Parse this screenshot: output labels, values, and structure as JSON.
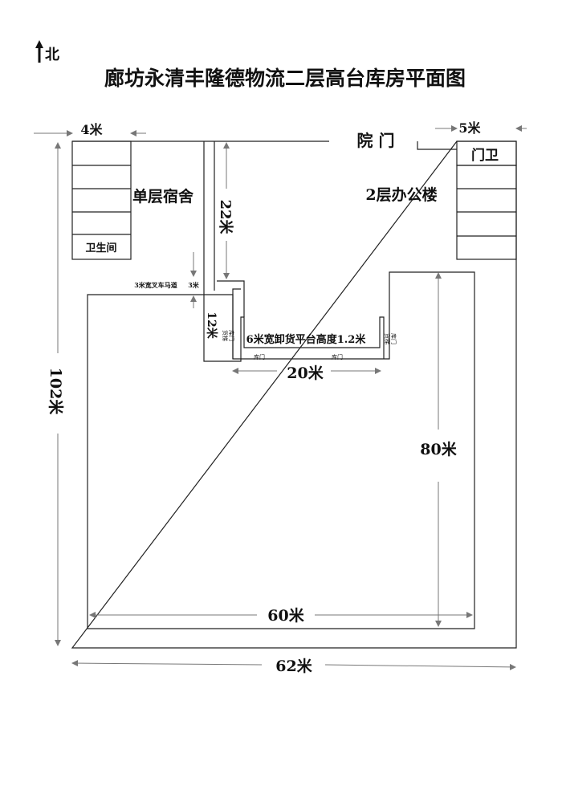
{
  "north": {
    "glyph": "↑",
    "label": "北"
  },
  "title": "廊坊永清丰隆德物流二层高台库房平面图",
  "labels": {
    "dim_4m": "4米",
    "dim_5m": "5米",
    "gate": "院 门",
    "guard": "门卫",
    "dormitory": "单层宿舍",
    "restroom": "卫生间",
    "dim_22m": "22米",
    "office": "2层办公楼",
    "forklift_road": "3米宽叉车马道",
    "dim_3m": "3米",
    "dim_12m": "12米",
    "cargo_door_left": "货梯",
    "warehouse_door_left": "库门",
    "platform": "6米宽卸货平台高度1.2米",
    "cargo_door_right": "货梯",
    "warehouse_door_right": "库门",
    "door_small_1": "库门",
    "door_small_2": "库门",
    "dim_20m": "20米",
    "dim_80m": "80米",
    "dim_102m": "102米",
    "dim_60m": "60米",
    "dim_62m": "62米"
  },
  "colors": {
    "line": "#222222",
    "dimension": "#777777",
    "text": "#111111",
    "background": "#ffffff"
  }
}
